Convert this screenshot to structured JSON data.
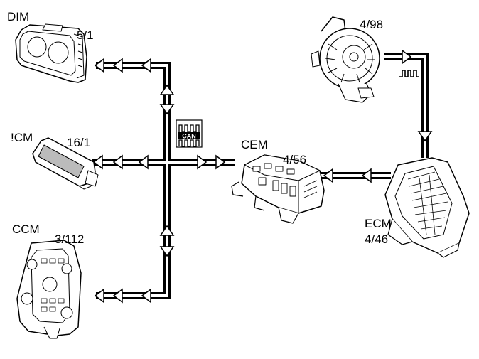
{
  "modules": {
    "dim": {
      "name": "DIM",
      "code": "5/1"
    },
    "icm": {
      "name": "!CM",
      "code": "16/1"
    },
    "ccm": {
      "name": "CCM",
      "code": "3/112"
    },
    "cem": {
      "name": "CEM",
      "code": "4/56"
    },
    "ecm": {
      "name": "ECM",
      "code": "4/46"
    },
    "generator": {
      "code": "4/98"
    }
  },
  "bus": {
    "label": "CAN",
    "icon": "can-bus-icon"
  },
  "signal": {
    "icon": "pulse-signal-icon"
  },
  "colors": {
    "line": "#000000",
    "background": "#ffffff"
  }
}
